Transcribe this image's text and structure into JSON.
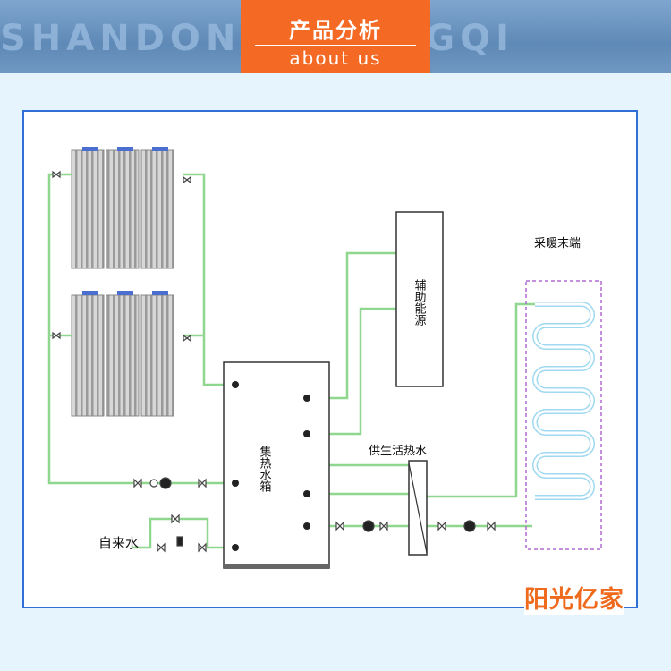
{
  "header": {
    "background_text": "SHANDONG SHENGQI",
    "title": "产品分析",
    "subtitle": "about us"
  },
  "diagram": {
    "tank_label": "集热水箱",
    "aux_label": "辅助能源",
    "hot_water_label": "供生活热水",
    "terminal_label": "采暖末端",
    "tap_water_label": "自来水"
  },
  "brand": "阳光亿家",
  "colors": {
    "banner": "#6f97c2",
    "badge": "#f46a25",
    "frame_border": "#2f6fd6",
    "pipe": "#8fd68f",
    "terminal_dash": "#b06ad0",
    "coil": "#9fd9f0",
    "brand": "#f06a1d"
  }
}
